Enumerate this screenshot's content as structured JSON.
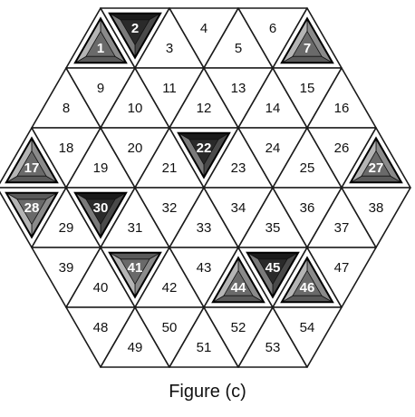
{
  "caption": "Figure (c)",
  "colors": {
    "line": "#1a1a1a",
    "background": "#ffffff"
  },
  "grid": {
    "rows": [
      {
        "cells": [
          "1",
          "2",
          "3",
          "4",
          "5",
          "6",
          "7"
        ]
      },
      {
        "cells": [
          "8",
          "9",
          "10",
          "11",
          "12",
          "13",
          "14",
          "15",
          "16"
        ]
      },
      {
        "cells": [
          "17",
          "18",
          "19",
          "20",
          "21",
          "22",
          "23",
          "24",
          "25",
          "26",
          "27"
        ]
      },
      {
        "cells": [
          "28",
          "29",
          "30",
          "31",
          "32",
          "33",
          "34",
          "35",
          "36",
          "37",
          "38"
        ]
      },
      {
        "cells": [
          "39",
          "40",
          "41",
          "42",
          "43",
          "44",
          "45",
          "46",
          "47"
        ]
      },
      {
        "cells": [
          "48",
          "49",
          "50",
          "51",
          "52",
          "53",
          "54"
        ]
      }
    ],
    "highlighted": {
      "1": {
        "style": "gray"
      },
      "2": {
        "style": "dark"
      },
      "7": {
        "style": "gray"
      },
      "17": {
        "style": "gray"
      },
      "22": {
        "style": "dark"
      },
      "27": {
        "style": "gray"
      },
      "28": {
        "style": "gray"
      },
      "30": {
        "style": "dark"
      },
      "41": {
        "style": "gray"
      },
      "44": {
        "style": "gray"
      },
      "45": {
        "style": "dark"
      },
      "46": {
        "style": "gray"
      }
    }
  }
}
